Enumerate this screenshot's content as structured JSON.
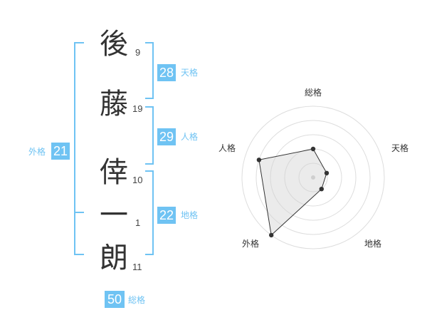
{
  "name": {
    "chars": [
      {
        "char": "後",
        "strokes": "9"
      },
      {
        "char": "藤",
        "strokes": "19"
      },
      {
        "char": "倖",
        "strokes": "10"
      },
      {
        "char": "一",
        "strokes": "1"
      },
      {
        "char": "朗",
        "strokes": "11"
      }
    ]
  },
  "fortune": {
    "tenkaku": {
      "value": "28",
      "label": "天格"
    },
    "jinkaku": {
      "value": "29",
      "label": "人格"
    },
    "chikaku": {
      "value": "22",
      "label": "地格"
    },
    "gaikaku": {
      "value": "21",
      "label": "外格"
    },
    "soukaku": {
      "value": "50",
      "label": "総格"
    }
  },
  "colors": {
    "accent": "#6fc3f3",
    "text": "#333333",
    "grid": "#cccccc"
  },
  "chart_data": {
    "type": "radar",
    "axes": [
      "総格",
      "天格",
      "地格",
      "外格",
      "人格"
    ],
    "values": [
      2,
      1,
      1,
      5,
      4
    ],
    "max": 5,
    "rings": 5
  }
}
